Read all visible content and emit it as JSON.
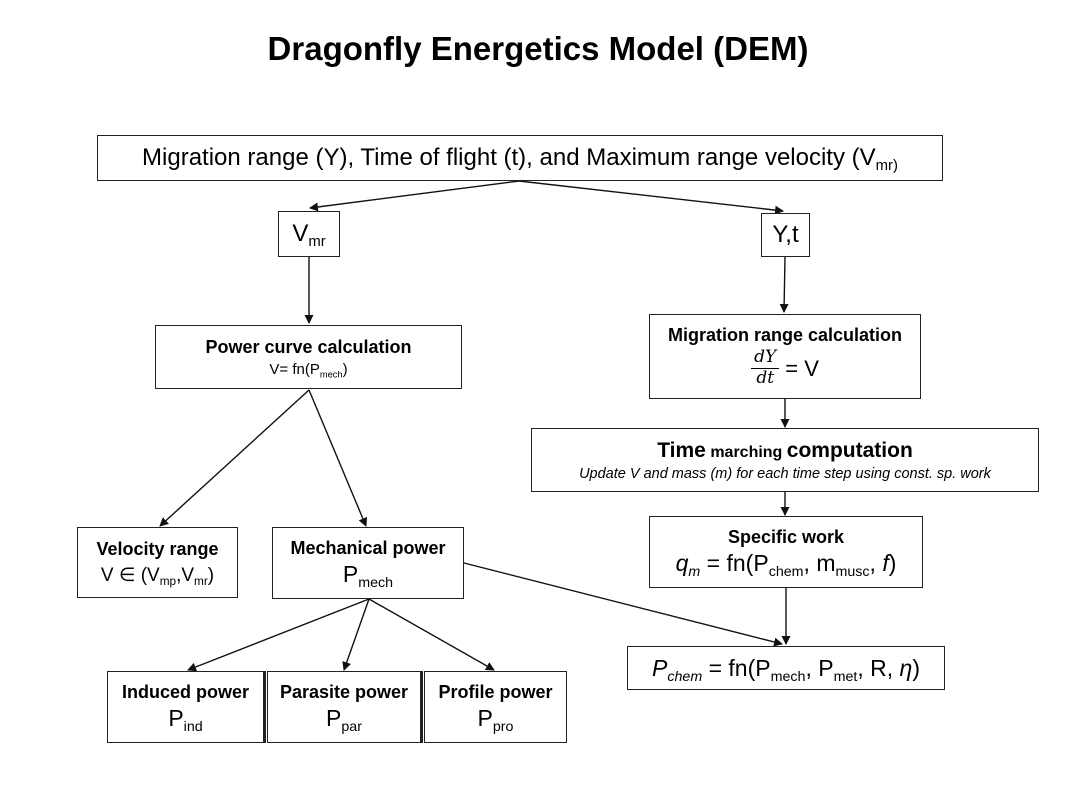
{
  "title": "Dragonfly Energetics Model (DEM)",
  "top": {
    "text": "Migration range (Y), Time of flight (t), and Maximum range velocity (V",
    "sub": "mr)"
  },
  "vmr": {
    "main": "V",
    "sub": "mr"
  },
  "yt": {
    "text": "Y,t"
  },
  "power_curve": {
    "title": "Power curve calculation",
    "eq_pre": "V= fn(P",
    "eq_sub": "mech",
    "eq_post": ")"
  },
  "migration_calc": {
    "title": "Migration range calculation",
    "num": "dY",
    "den": "dt",
    "rhs": "= V"
  },
  "time_marching": {
    "w1": "Time",
    "w2": "marching",
    "w3": "computation",
    "subtitle": "Update V and mass (m) for each time step using const. sp. work"
  },
  "velocity_range": {
    "title": "Velocity range",
    "eq_pre": "V ∈  (V",
    "sub1": "mp",
    "mid": ",V",
    "sub2": "mr",
    "post": ")"
  },
  "mech_power": {
    "title": "Mechanical power",
    "main": "P",
    "sub": "mech"
  },
  "specific_work": {
    "title": "Specific work",
    "q": "q",
    "q_sub": "m",
    "eq1": " = fn(P",
    "sub1": "chem",
    "eq2": ", m",
    "sub2": "musc",
    "eq3": ", ",
    "f": "f",
    "eq4": ")"
  },
  "p_chem": {
    "p": "P",
    "p_sub": "chem",
    "eq1": " = fn(P",
    "sub1": "mech",
    "eq2": ", P",
    "sub2": "met",
    "eq3": ", R, ",
    "eta": "η",
    "eq4": ")"
  },
  "induced": {
    "title": "Induced power",
    "main": "P",
    "sub": "ind"
  },
  "parasite": {
    "title": "Parasite power",
    "main": "P",
    "sub": "par"
  },
  "profile": {
    "title": "Profile power",
    "main": "P",
    "sub": "pro"
  }
}
